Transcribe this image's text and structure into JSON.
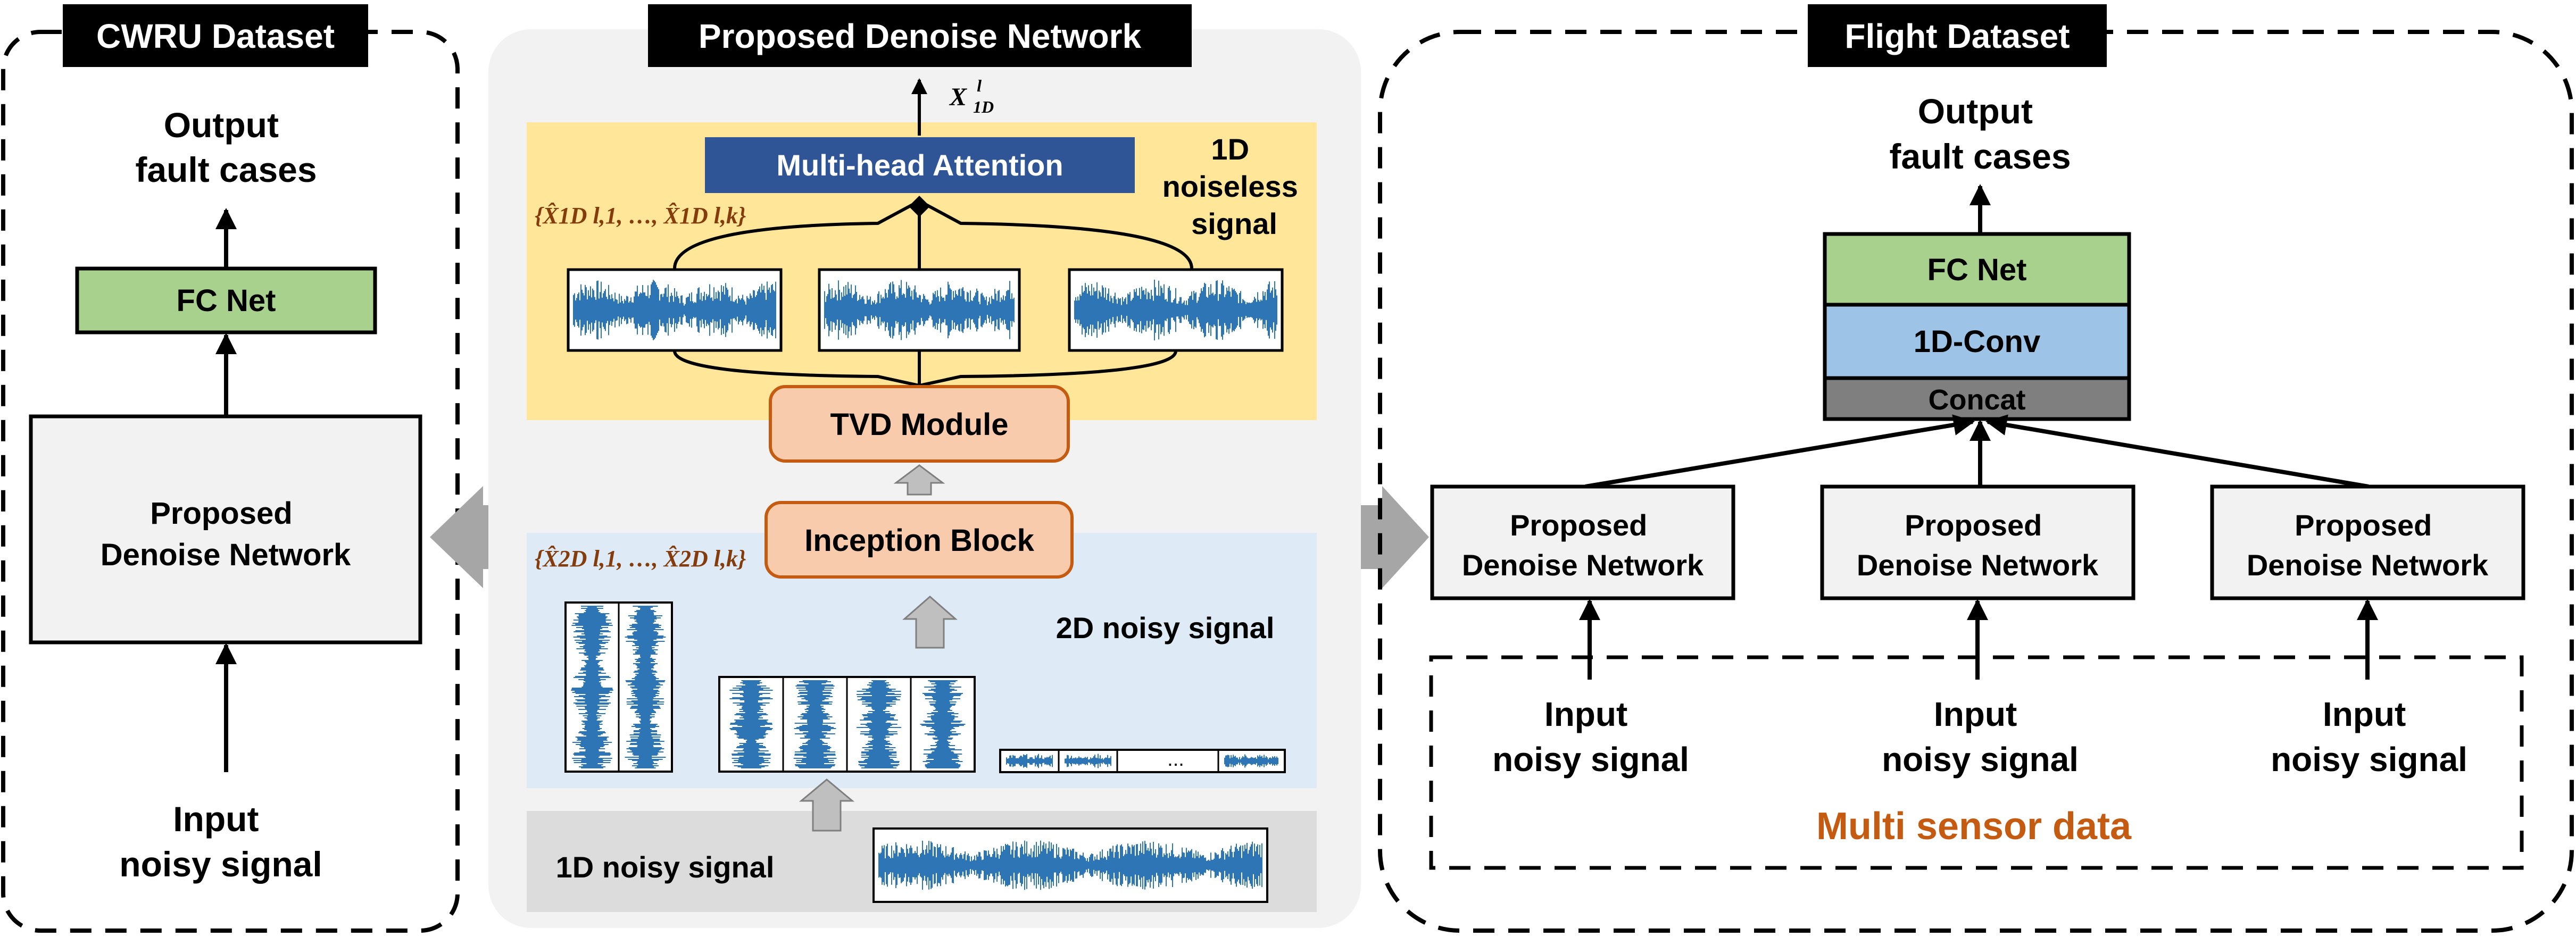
{
  "panels": {
    "cwru": {
      "title": "CWRU Dataset",
      "output": [
        "Output",
        "fault cases"
      ],
      "fc": "FC Net",
      "denoise": [
        "Proposed",
        "Denoise Network"
      ],
      "input": [
        "Input",
        "noisy signal"
      ]
    },
    "center": {
      "title": "Proposed Denoise Network",
      "output_symbol": "X",
      "output_sup": "l",
      "output_sub": "1D",
      "attention": "Multi-head Attention",
      "noiseless_label": [
        "1D",
        "noiseless",
        "signal"
      ],
      "set_1d": "{X̂1D l,1, …, X̂1D l,k}",
      "set_2d": "{X̂2D l,1, …, X̂2D l,k}",
      "tvd": "TVD Module",
      "inception": "Inception Block",
      "noisy2d": "2D noisy signal",
      "ellipsis": "...",
      "noisy1d": "1D noisy signal"
    },
    "flight": {
      "title": "Flight Dataset",
      "output": [
        "Output",
        "fault cases"
      ],
      "fc": "FC Net",
      "conv": "1D-Conv",
      "concat": "Concat",
      "networks": [
        [
          "Proposed",
          "Denoise Network"
        ],
        [
          "Proposed",
          "Denoise Network"
        ],
        [
          "Proposed",
          "Denoise Network"
        ]
      ],
      "inputs": [
        [
          "Input",
          "noisy signal"
        ],
        [
          "Input",
          "noisy signal"
        ],
        [
          "Input",
          "noisy signal"
        ]
      ],
      "multi_sensor": "Multi sensor data"
    }
  },
  "colors": {
    "fc_green": "#a8d18e",
    "conv_blue": "#9dc3e6",
    "concat_gray": "#7f7f7f",
    "attention_navy": "#2f5597",
    "noiseless_yellow": "#ffe699",
    "noisy_blue": "#deebf7",
    "module_peach": "#f8cbad",
    "signal_blue": "#2e75b6",
    "multi_sensor_orange": "#c55a11"
  }
}
